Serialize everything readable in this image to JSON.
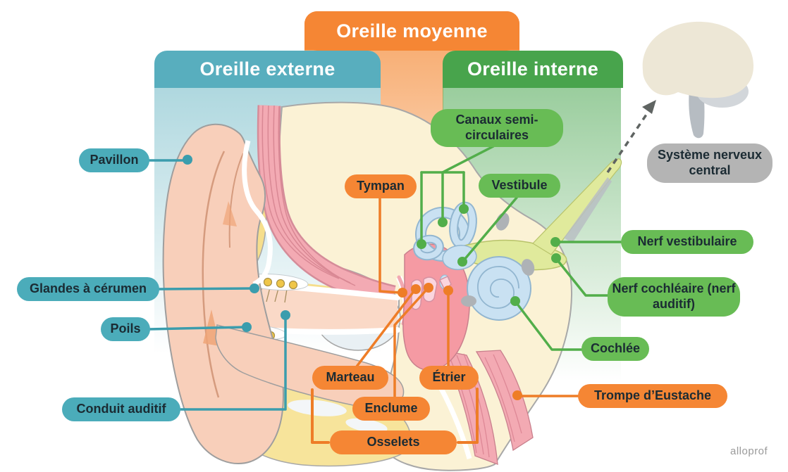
{
  "colors": {
    "externe_header": "#58AEBE",
    "moyenne_header": "#F58634",
    "interne_header": "#48A44C",
    "externe_pill": "#4BACBA",
    "moyenne_pill": "#F58634",
    "interne_pill": "#68BC55",
    "snc_pill": "#B4B4B4",
    "externe_line": "#3B9DAD",
    "moyenne_line": "#EE7D27",
    "interne_line": "#52AE4A",
    "pill_text": "#1B2B33",
    "header_text": "#FFFFFF"
  },
  "sections": {
    "externe": {
      "label": "Oreille externe"
    },
    "moyenne": {
      "label": "Oreille moyenne"
    },
    "interne": {
      "label": "Oreille interne"
    }
  },
  "labels": {
    "pavillon": "Pavillon",
    "glandes_cerumen": "Glandes à cérumen",
    "poils": "Poils",
    "conduit_auditif": "Conduit auditif",
    "tympan": "Tympan",
    "marteau": "Marteau",
    "enclume": "Enclume",
    "etrier": "Étrier",
    "osselets": "Osselets",
    "trompe_eustache": "Trompe d’Eustache",
    "canaux_semi_circulaires": "Canaux semi-circulaires",
    "vestibule": "Vestibule",
    "nerf_vestibulaire": "Nerf vestibulaire",
    "nerf_cochleaire": "Nerf cochléaire (nerf auditif)",
    "cochlee": "Cochlée",
    "systeme_nerveux_central": "Système nerveux central"
  },
  "watermark": "alloprof"
}
